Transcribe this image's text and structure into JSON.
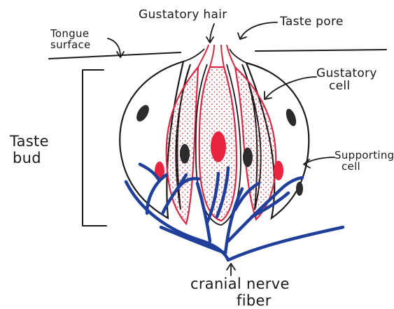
{
  "diagram": {
    "labels": {
      "gustatory_hair": "Gustatory hair",
      "taste_pore": "Taste pore",
      "tongue_surface": [
        "Tongue",
        "surface"
      ],
      "gustatory_cell": [
        "Gustatory",
        "cell"
      ],
      "taste_bud": [
        "Taste",
        "bud"
      ],
      "supporting_cell": [
        "Supporting",
        "cell"
      ],
      "cranial_nerve_fiber": [
        "cranial nerve",
        "fiber"
      ]
    },
    "colors": {
      "ink": "#1a1a1a",
      "gustatory_cell": "#d42a45",
      "gustatory_dots": "#c8283f",
      "nucleus_gustatory": "#e8243f",
      "nucleus_supporting": "#2b2b2b",
      "nerve": "#1f3f9a",
      "background": "#ffffff"
    }
  }
}
